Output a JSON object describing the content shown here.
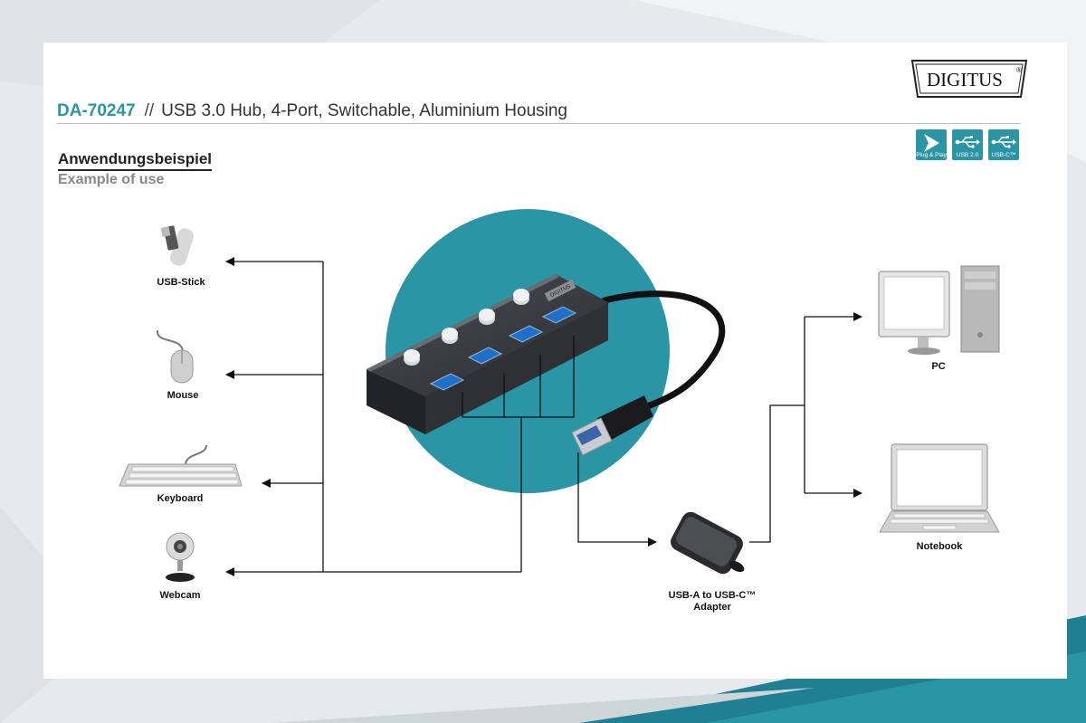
{
  "header": {
    "product_code": "DA-70247",
    "separator": "//",
    "product_title": "USB 3.0 Hub, 4-Port, Switchable, Aluminium Housing"
  },
  "brand": {
    "logo_text": "DIGITUS",
    "registered_mark": "®"
  },
  "section": {
    "title": "Anwendungsbeispiel",
    "subtitle": "Example of use"
  },
  "badges": [
    {
      "label": "Plug & Play",
      "icon": "plug-and-play-icon"
    },
    {
      "label": "USB 2.0",
      "icon": "usb-trident-icon"
    },
    {
      "label": "USB-C™",
      "icon": "usb-trident-icon"
    }
  ],
  "hub": {
    "brand_plate": "DIGITUS",
    "port_count": 4
  },
  "devices_left": [
    {
      "label": "USB-Stick",
      "icon": "usb-stick-icon"
    },
    {
      "label": "Mouse",
      "icon": "mouse-icon"
    },
    {
      "label": "Keyboard",
      "icon": "keyboard-icon"
    },
    {
      "label": "Webcam",
      "icon": "webcam-icon"
    }
  ],
  "adapter": {
    "label_line1": "USB-A to USB-C™",
    "label_line2": "Adapter",
    "icon": "usb-a-to-c-adapter-icon"
  },
  "devices_right": [
    {
      "label": "PC",
      "icon": "desktop-pc-icon"
    },
    {
      "label": "Notebook",
      "icon": "notebook-icon"
    }
  ],
  "colors": {
    "accent": "#2a95a5",
    "circle": "#2a95a5",
    "background": "#e9ecee",
    "card": "#ffffff",
    "line": "#111111"
  }
}
